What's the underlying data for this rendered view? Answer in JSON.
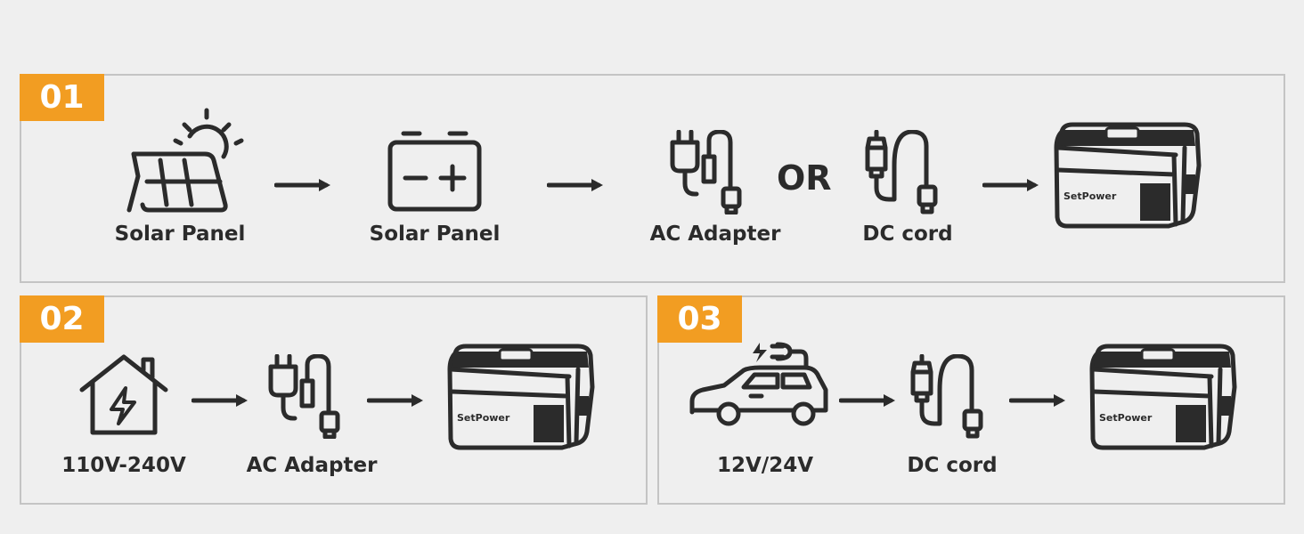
{
  "colors": {
    "accent": "#f29d22",
    "background": "#efefef",
    "border": "#c4c4c4",
    "text": "#2b2b2b"
  },
  "panels": [
    {
      "number": "01",
      "steps": [
        {
          "icon": "solar-panel-icon",
          "label": "Solar Panel"
        },
        {
          "icon": "battery-icon",
          "label": "Solar Panel"
        },
        {
          "icon": "ac-adapter-icon",
          "label": "AC Adapter"
        },
        {
          "icon": "dc-cord-icon",
          "label": "DC cord"
        },
        {
          "icon": "fridge-icon",
          "label": ""
        }
      ],
      "or_text": "OR"
    },
    {
      "number": "02",
      "steps": [
        {
          "icon": "house-power-icon",
          "label": "110V-240V"
        },
        {
          "icon": "ac-adapter-icon",
          "label": "AC Adapter"
        },
        {
          "icon": "fridge-icon",
          "label": ""
        }
      ]
    },
    {
      "number": "03",
      "steps": [
        {
          "icon": "car-charging-icon",
          "label": "12V/24V"
        },
        {
          "icon": "dc-cord-icon",
          "label": "DC cord"
        },
        {
          "icon": "fridge-icon",
          "label": ""
        }
      ]
    }
  ]
}
